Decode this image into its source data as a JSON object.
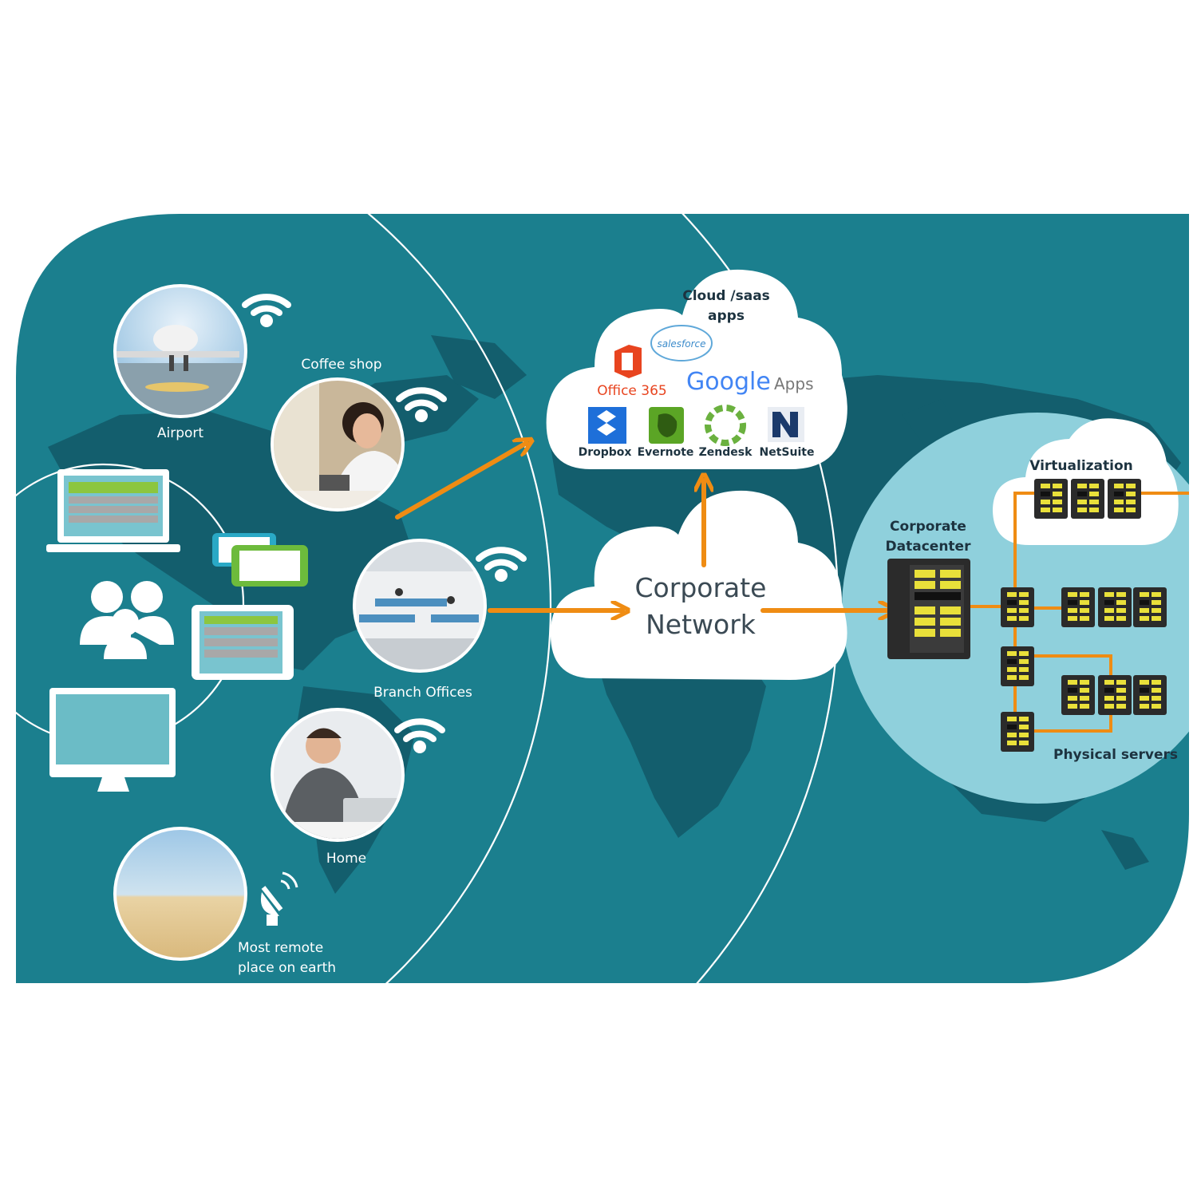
{
  "locations": {
    "airport": "Airport",
    "coffee_shop": "Coffee shop",
    "branch_offices": "Branch Offices",
    "home": "Home",
    "remote_line1": "Most remote",
    "remote_line2": "place on earth"
  },
  "cloud_apps": {
    "title_line1": "Cloud /saas",
    "title_line2": "apps",
    "logos": {
      "salesforce": "salesforce",
      "office365": "Office 365",
      "google_word": "Google",
      "google_apps": "Apps"
    },
    "apps": [
      {
        "label": "Dropbox"
      },
      {
        "label": "Evernote"
      },
      {
        "label": "Zendesk"
      },
      {
        "label": "NetSuite"
      }
    ]
  },
  "corporate_network": {
    "line1": "Corporate",
    "line2": "Network"
  },
  "datacenter": {
    "title_line1": "Corporate",
    "title_line2": "Datacenter",
    "virtualization": "Virtualization",
    "physical_servers": "Physical servers"
  },
  "colors": {
    "teal_background": "#1b7f8e",
    "map_land": "#135e6d",
    "light_teal_circle": "#8fd0dc",
    "accent_orange": "#ef8c13",
    "server_yellow": "#e9e03a",
    "server_body": "#2b2b2b",
    "office365_red": "#e8441f",
    "dropbox_blue": "#1e6fd9",
    "evernote_green": "#5ba525",
    "zendesk_green": "#6bb13f",
    "netsuite_navy": "#1b3a6b"
  },
  "icons": [
    "wifi-icon",
    "satellite-dish-icon",
    "laptop-icon",
    "smartphone-icon",
    "tablet-icon",
    "desktop-monitor-icon",
    "users-group-icon",
    "server-rack-icon"
  ]
}
